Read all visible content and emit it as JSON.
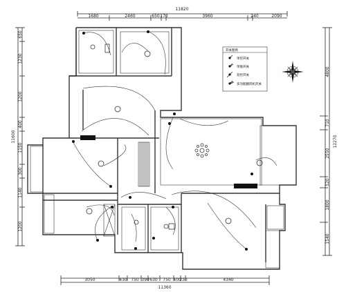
{
  "dimensions": {
    "top_total": "11820",
    "top_segments": [
      "1680",
      "2460",
      "650",
      "170",
      "3960",
      "240",
      "2090"
    ],
    "bottom_total": "11360",
    "bottom_segments": [
      "3050",
      "430",
      "750",
      "390",
      "630",
      "750",
      "400",
      "230",
      "4340"
    ],
    "left_total": "11600",
    "left_segments": [
      "650",
      "1230",
      "1200",
      "400",
      "1150",
      "300",
      "1140",
      "1200"
    ],
    "right_total": "12270",
    "right_segments": [
      "4800",
      "710",
      "2550",
      "520",
      "1800",
      "1540"
    ]
  },
  "legend": {
    "title": "开关图例",
    "items": [
      {
        "icon": "single-switch-icon",
        "label": "单控开关"
      },
      {
        "icon": "double-switch-icon",
        "label": "单联开关"
      },
      {
        "icon": "triple-switch-icon",
        "label": "双控开关"
      },
      {
        "icon": "multi-switch-icon",
        "label": "多功能翻风机开关"
      }
    ]
  },
  "compass": {
    "icon": "compass-rose-icon"
  }
}
